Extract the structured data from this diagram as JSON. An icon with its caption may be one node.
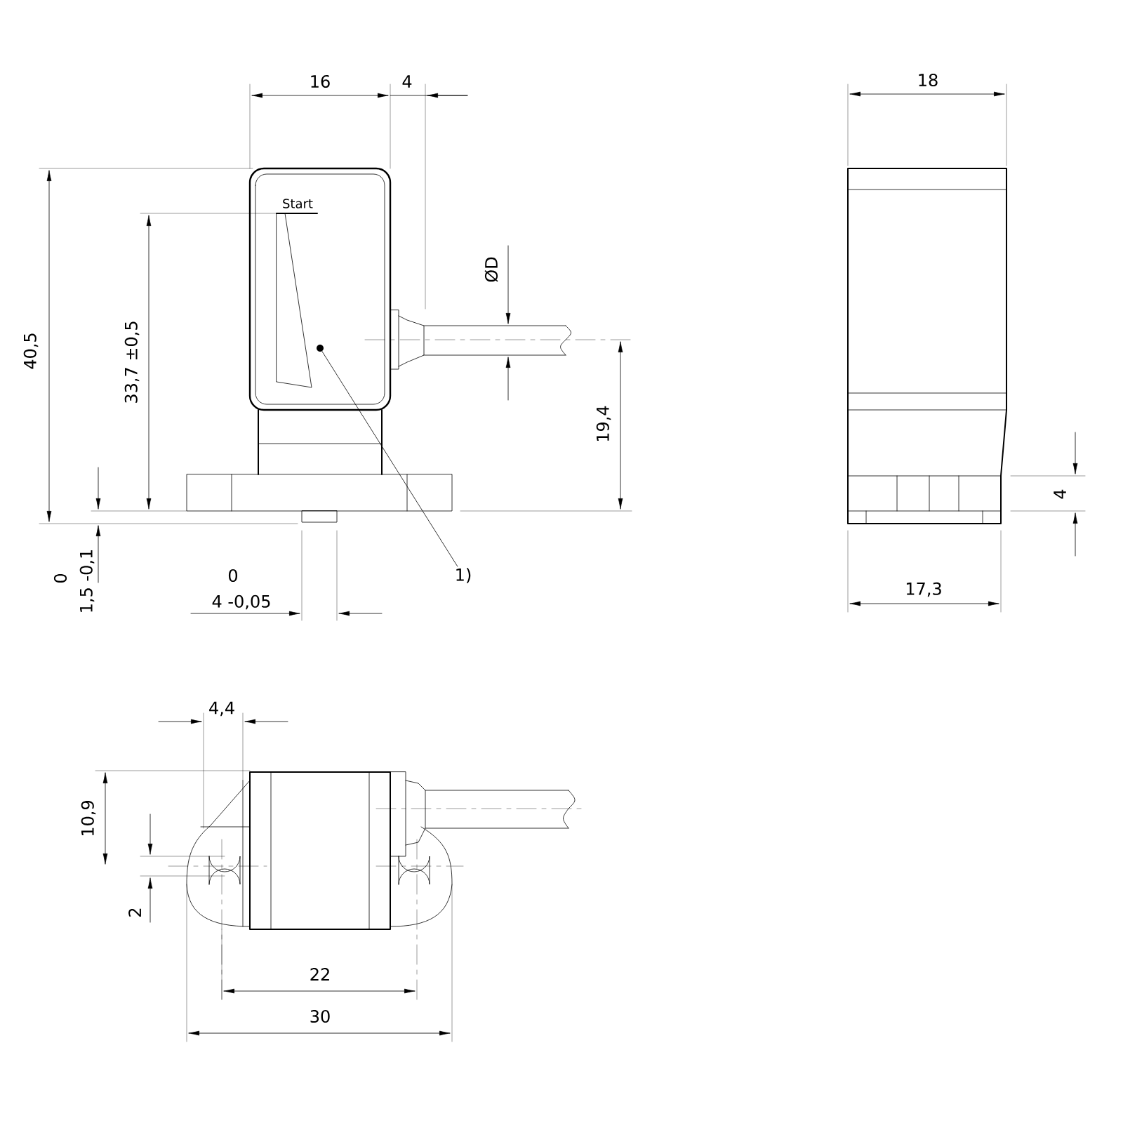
{
  "diagram": {
    "nodes": [
      {
        "text": [
          "1)"
        ]
      },
      {
        "text": [],
        "shape": "circle"
      }
    ],
    "edges": [
      {
        "from": 0,
        "to": 1,
        "arrow": "none"
      }
    ],
    "labels": [
      "16",
      "4",
      "18",
      "Start",
      "ØD",
      "40,5",
      "33,7 ±0,5",
      "19,4",
      "4",
      "0",
      "1,5 -0,1",
      "0",
      "4 -0,05",
      "17,3",
      "4,4",
      "10,9",
      "2",
      "22",
      "30"
    ]
  }
}
